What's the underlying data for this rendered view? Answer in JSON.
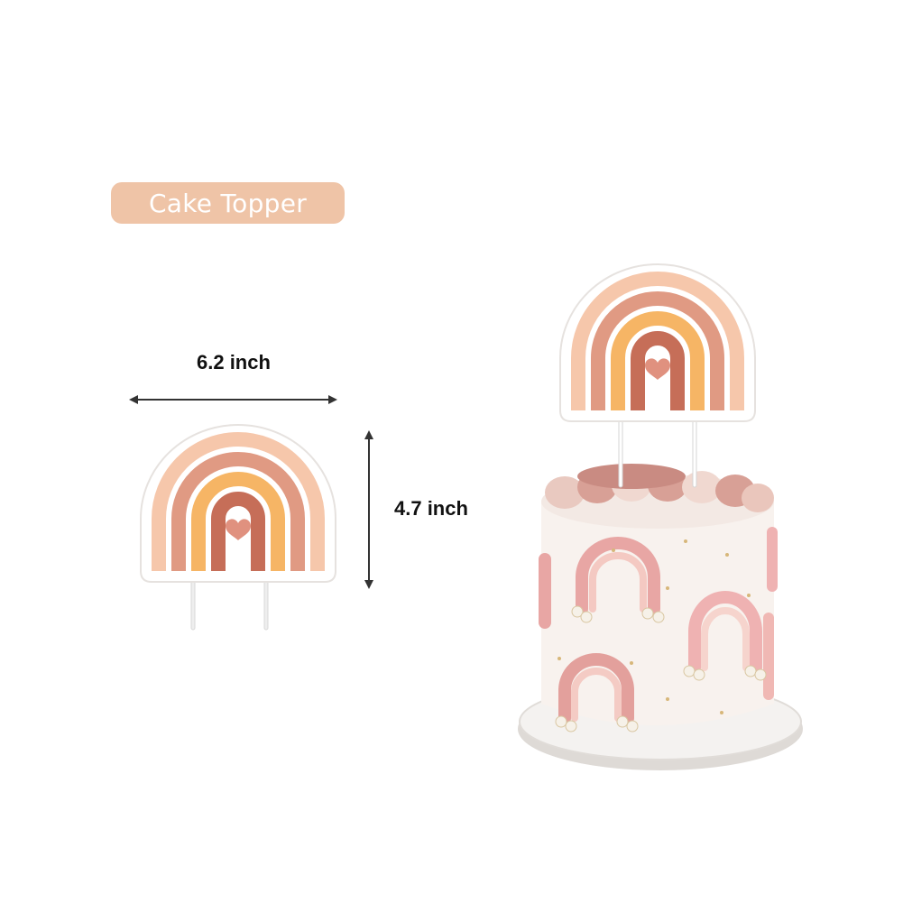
{
  "badge": {
    "label": "Cake Topper",
    "color": "#efc4a7"
  },
  "dimensions": {
    "width": "6.2 inch",
    "height": "4.7 inch"
  },
  "palette": {
    "outer_band": "#f6c7ab",
    "band_two": "#e09a83",
    "band_three": "#f6b565",
    "inner_band": "#c66e58",
    "heart": "#e0917f",
    "plate": "#e4e0dd",
    "frosting": "#d8a096"
  }
}
